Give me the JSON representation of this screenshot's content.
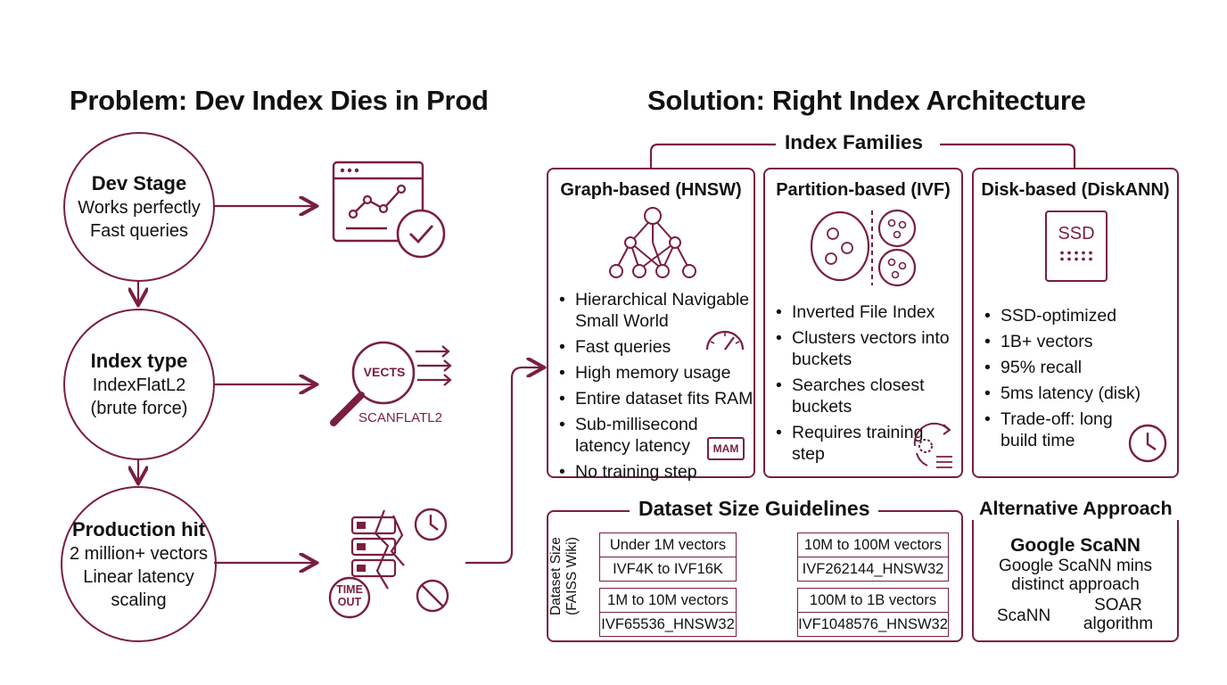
{
  "left": {
    "title": "Problem: Dev Index Dies in Prod",
    "stages": [
      {
        "title": "Dev Stage",
        "lines": [
          "Works perfectly",
          "Fast queries"
        ]
      },
      {
        "title": "Index type",
        "lines": [
          "IndexFlatL2",
          "(brute force)"
        ]
      },
      {
        "title": "Production hit",
        "lines": [
          "2 million+ vectors",
          "Linear latency",
          "scaling"
        ]
      }
    ],
    "icon_labels": {
      "magnifier": "VECTS",
      "scan": "SCANFLATL2",
      "timeout": "TIME\nOUT"
    }
  },
  "right": {
    "title": "Solution: Right Index Architecture",
    "families_label": "Index Families",
    "families": [
      {
        "title": "Graph-based (HNSW)",
        "items": [
          "Hierarchical Navigable Small World",
          "Fast queries",
          "High memory usage",
          "Entire dataset fits RAM",
          "Sub-millisecond latency latency",
          "No training step"
        ],
        "chip": "MAM"
      },
      {
        "title": "Partition-based (IVF)",
        "items": [
          "Inverted File Index",
          "Clusters vectors into buckets",
          "Searches closest buckets",
          "Requires training step"
        ]
      },
      {
        "title": "Disk-based (DiskANN)",
        "items": [
          "SSD-optimized",
          "1B+ vectors",
          "95% recall",
          "5ms latency (disk)",
          "Trade-off: long build time"
        ],
        "ssd_label": "SSD"
      }
    ],
    "guidelines": {
      "title": "Dataset Size Guidelines",
      "axis_label": "Dataset Size\n(FAISS Wiki)",
      "rows": [
        {
          "range": "Under 1M vectors",
          "index": "IVF4K to IVF16K"
        },
        {
          "range": "10M to 100M vectors",
          "index": "IVF262144_HNSW32"
        },
        {
          "range": "1M to 10M vectors",
          "index": "IVF65536_HNSW32"
        },
        {
          "range": "100M to 1B vectors",
          "index": "IVF1048576_HNSW32"
        }
      ]
    },
    "alternative": {
      "title": "Alternative Approach",
      "name": "Google ScaNN",
      "desc": "Google ScaNN mins distinct approach",
      "left_label": "ScaNN",
      "right_label": "SOAR algorithm"
    }
  },
  "colors": {
    "accent": "#7a1f3d",
    "text": "#111111"
  }
}
